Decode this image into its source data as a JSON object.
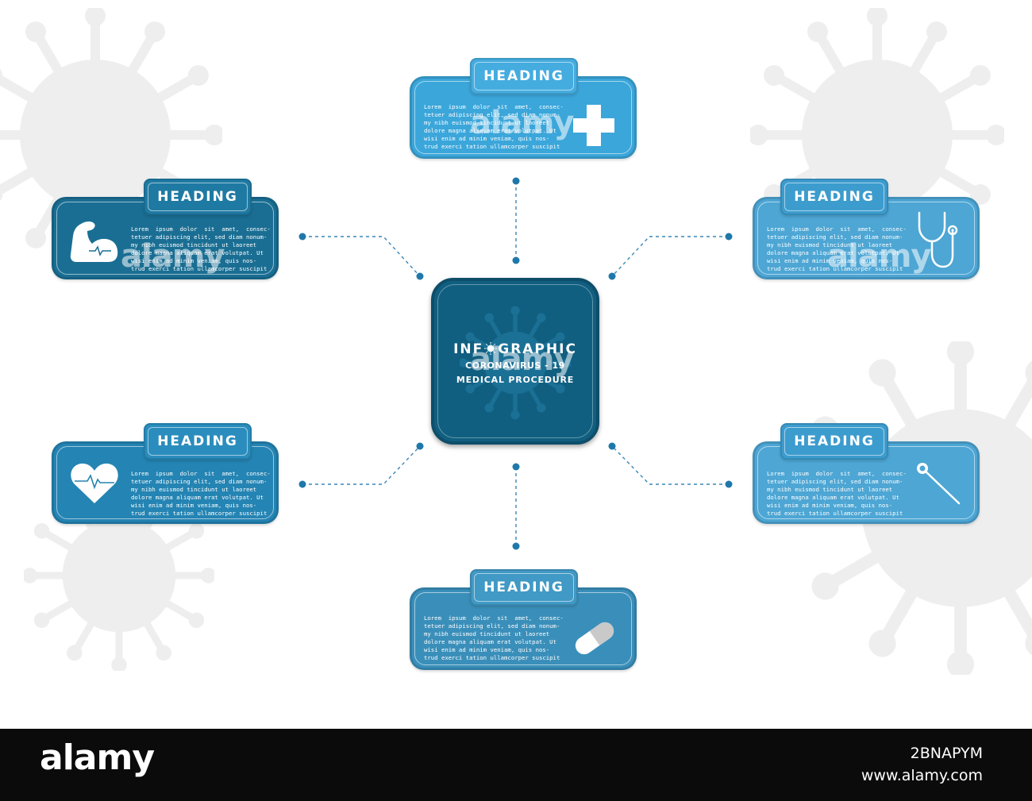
{
  "colors": {
    "dark_blue": "#1a6e93",
    "mid_blue": "#2a8dbd",
    "light_blue": "#4da6d4",
    "tab_light": "#3b9ed1",
    "center": "#115f80",
    "connector": "#3a86b6",
    "virus_gray": "#efefef"
  },
  "center": {
    "title_left": "INF",
    "title_right": "GRAPHIC",
    "line1": "CORONAVIRUS - 19",
    "line2": "MEDICAL PROCEDURE",
    "icon": "virus-icon"
  },
  "lorem": "Lorem  ipsum  dolor  sit  amet,  consec-\ntetuer adipiscing elit, sed diam nonum-\nmy nibh euismod tincidunt ut laoreet\ndolore magna aliquam erat volutpat. Ut\nwisi enim ad minim veniam, quis nos-\ntrud exerci tation ullamcorper suscipit",
  "cards": {
    "top": {
      "heading": "HEADING",
      "icon": "medical-cross-icon"
    },
    "upper_left": {
      "heading": "HEADING",
      "icon": "flexed-arm-icon"
    },
    "upper_right": {
      "heading": "HEADING",
      "icon": "stethoscope-icon"
    },
    "lower_left": {
      "heading": "HEADING",
      "icon": "heart-pulse-icon"
    },
    "lower_right": {
      "heading": "HEADING",
      "icon": "thermometer-icon"
    },
    "bottom": {
      "heading": "HEADING",
      "icon": "capsule-pill-icon"
    }
  },
  "watermark": "alamy",
  "footer": {
    "logo": "alamy",
    "image_id": "2BNAPYM",
    "url": "www.alamy.com"
  }
}
